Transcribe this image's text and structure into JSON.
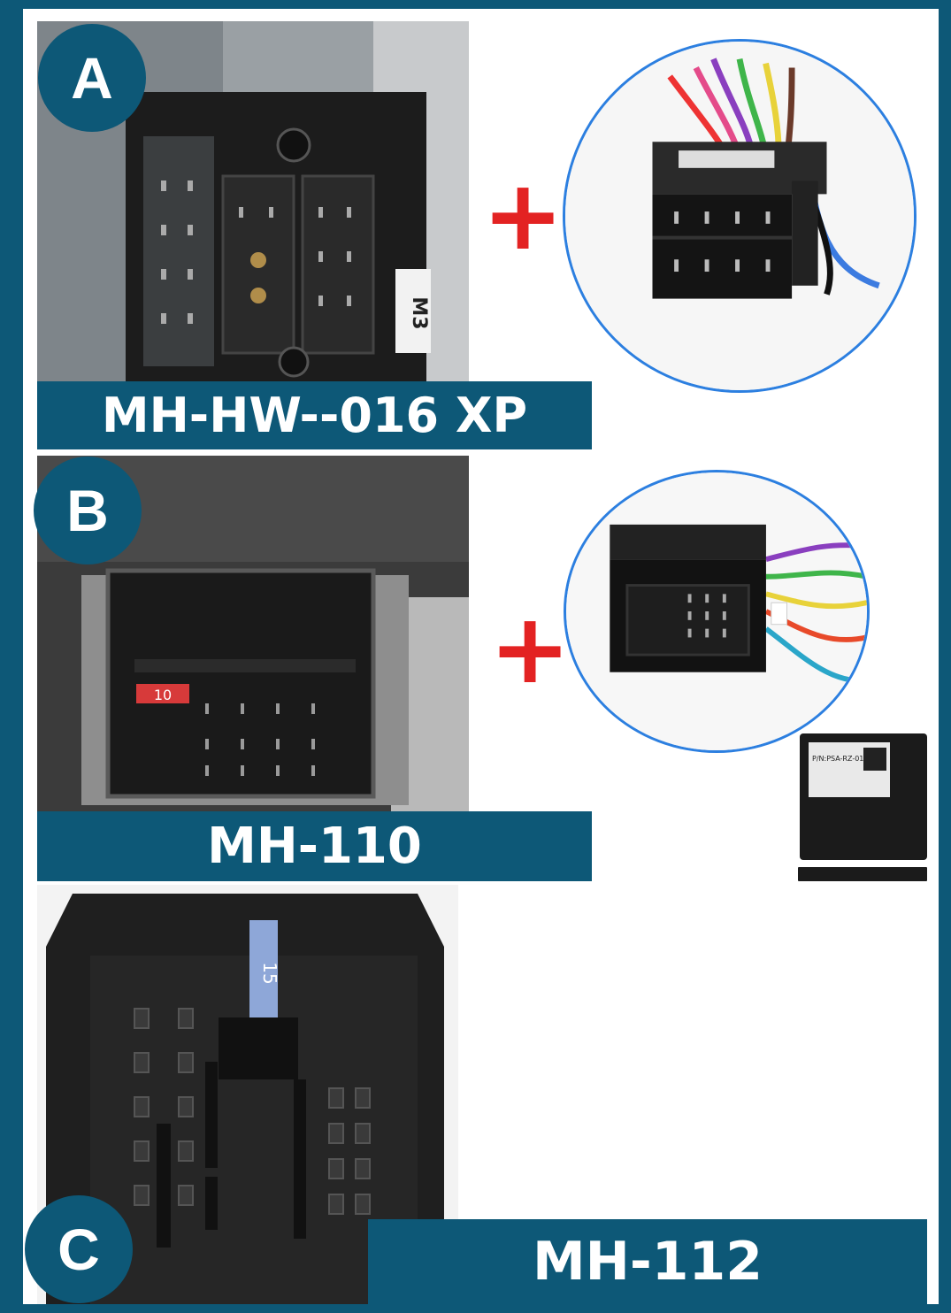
{
  "panels": [
    {
      "id": "A",
      "badge": "A",
      "label": "MH-HW--016 XP",
      "plus": "+"
    },
    {
      "id": "B",
      "badge": "B",
      "label": "MH-110",
      "plus": "+"
    },
    {
      "id": "C",
      "badge": "C",
      "label": "MH-112"
    }
  ],
  "colors": {
    "brand": "#0d5877",
    "plus": "#e32222",
    "circle_border": "#2c7fe0"
  },
  "photo_text": {
    "fuse_b": "10",
    "fuse_c": "15",
    "tag_a": "M3",
    "module_pn": "P/N:PSA-RZ-01"
  }
}
